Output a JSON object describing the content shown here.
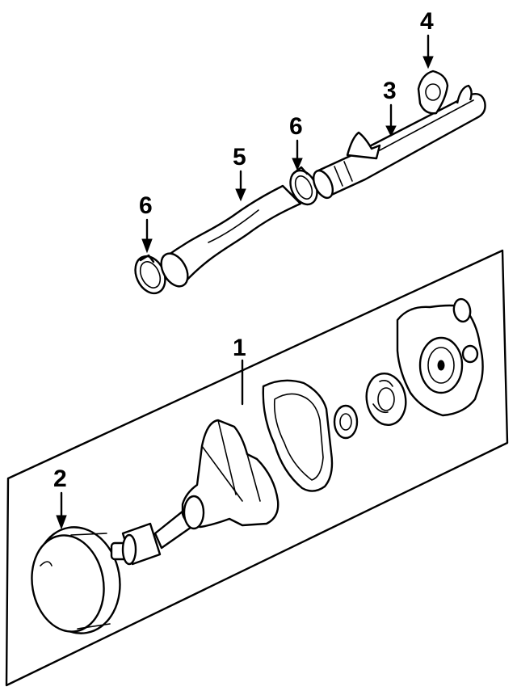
{
  "callouts": {
    "c1": "1",
    "c2": "2",
    "c3": "3",
    "c4": "4",
    "c5": "5",
    "c6a": "6",
    "c6b": "6"
  },
  "colors": {
    "line": "#000000",
    "background": "#ffffff"
  }
}
